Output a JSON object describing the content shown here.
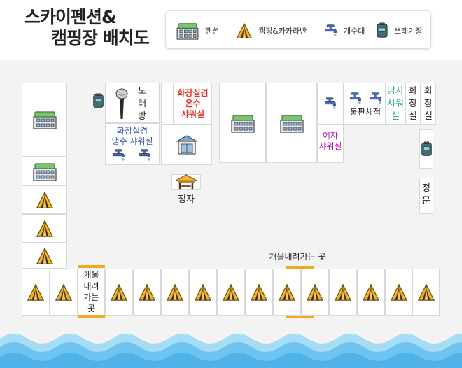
{
  "title": {
    "line1": "스카이펜션&",
    "line2": "캠핑장 배치도"
  },
  "legend": {
    "pension": "펜션",
    "camping": "캠핑&카카라반",
    "faucet": "개수대",
    "trash": "쓰레기장"
  },
  "facilities": {
    "karaoke": [
      "노",
      "래",
      "방"
    ],
    "restroom_cold": [
      "화장실겸",
      "냉수 샤워실"
    ],
    "restroom_warm": [
      "화장실겸",
      "온수",
      "샤워실"
    ],
    "pavilion": "정자",
    "dish_wash": "불판세척",
    "men_shower": [
      "남자",
      "샤워",
      "실"
    ],
    "restroom1": [
      "화",
      "장",
      "실"
    ],
    "restroom2": [
      "화",
      "장",
      "실"
    ],
    "women_shower": [
      "여자",
      "샤워실"
    ],
    "main_gate": [
      "정",
      "문"
    ],
    "stream_path_vertical": [
      "개울",
      "내려",
      "가는",
      "곳"
    ],
    "stream_path_horizontal": "개울내려가는 곳"
  },
  "colors": {
    "tent": "#f0b428",
    "pension_roof": "#7cc471",
    "faucet": "#4a68c9",
    "trash": "#3f6f78",
    "water": "#6ec4ef",
    "accent_bar": "#f2a91d"
  }
}
